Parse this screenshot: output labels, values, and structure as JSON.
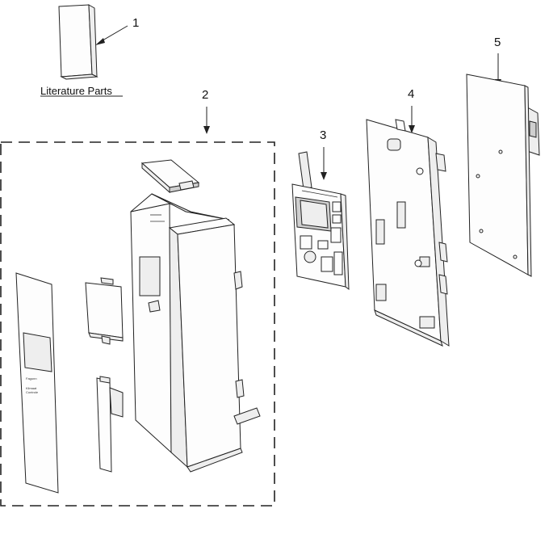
{
  "callouts": {
    "c1": "1",
    "c2": "2",
    "c3": "3",
    "c4": "4",
    "c5": "5"
  },
  "captions": {
    "literature": "Literature Parts"
  },
  "panel_text": {
    "brand": "Fagunn",
    "line1": "Klimaat",
    "line2": "Controle"
  }
}
